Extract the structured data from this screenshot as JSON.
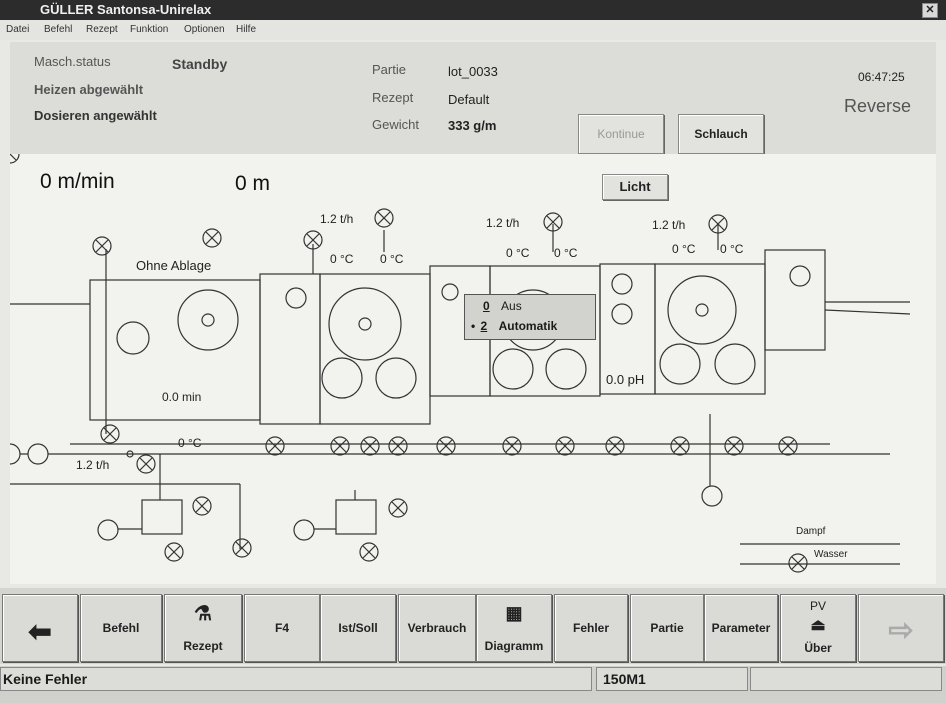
{
  "window": {
    "title": "GÜLLER Santonsa-Unirelax"
  },
  "menu": [
    "Datei",
    "Befehl",
    "Rezept",
    "Funktion",
    "Optionen",
    "Hilfe"
  ],
  "info": {
    "masch_status_label": "Masch.status",
    "masch_status_value": "Standby",
    "heizen": "Heizen abgewählt",
    "dosieren": "Dosieren angewählt",
    "partie_label": "Partie",
    "partie_value": "lot_0033",
    "rezept_label": "Rezept",
    "rezept_value": "Default",
    "gewicht_label": "Gewicht",
    "gewicht_value": "333 g/m",
    "time": "06:47:25",
    "direction": "Reverse",
    "kontinue_label": "Kontinue",
    "schlauch_label": "Schlauch"
  },
  "diagram": {
    "speed": "0 m/min",
    "length": "0 m",
    "licht_label": "Licht",
    "ohne_ablage": "Ohne Ablage",
    "flow": "1.2 t/h",
    "temp": "0 °C",
    "time_min": "0.0 min",
    "ph": "0.0 pH",
    "dampf": "Dampf",
    "wasser": "Wasser",
    "popup": [
      {
        "key": "0",
        "label": "Aus",
        "selected": false
      },
      {
        "key": "2",
        "label": "Automatik",
        "selected": true
      }
    ]
  },
  "toolbar": {
    "befehl": "Befehl",
    "rezept": "Rezept",
    "f4": "F4",
    "istsoll": "Ist/Soll",
    "verbrauch": "Verbrauch",
    "diagramm": "Diagramm",
    "fehler": "Fehler",
    "partie": "Partie",
    "parameter": "Parameter",
    "pv": "PV",
    "ueber": "Über"
  },
  "status": {
    "message": "Keine Fehler",
    "code": "150M1"
  }
}
